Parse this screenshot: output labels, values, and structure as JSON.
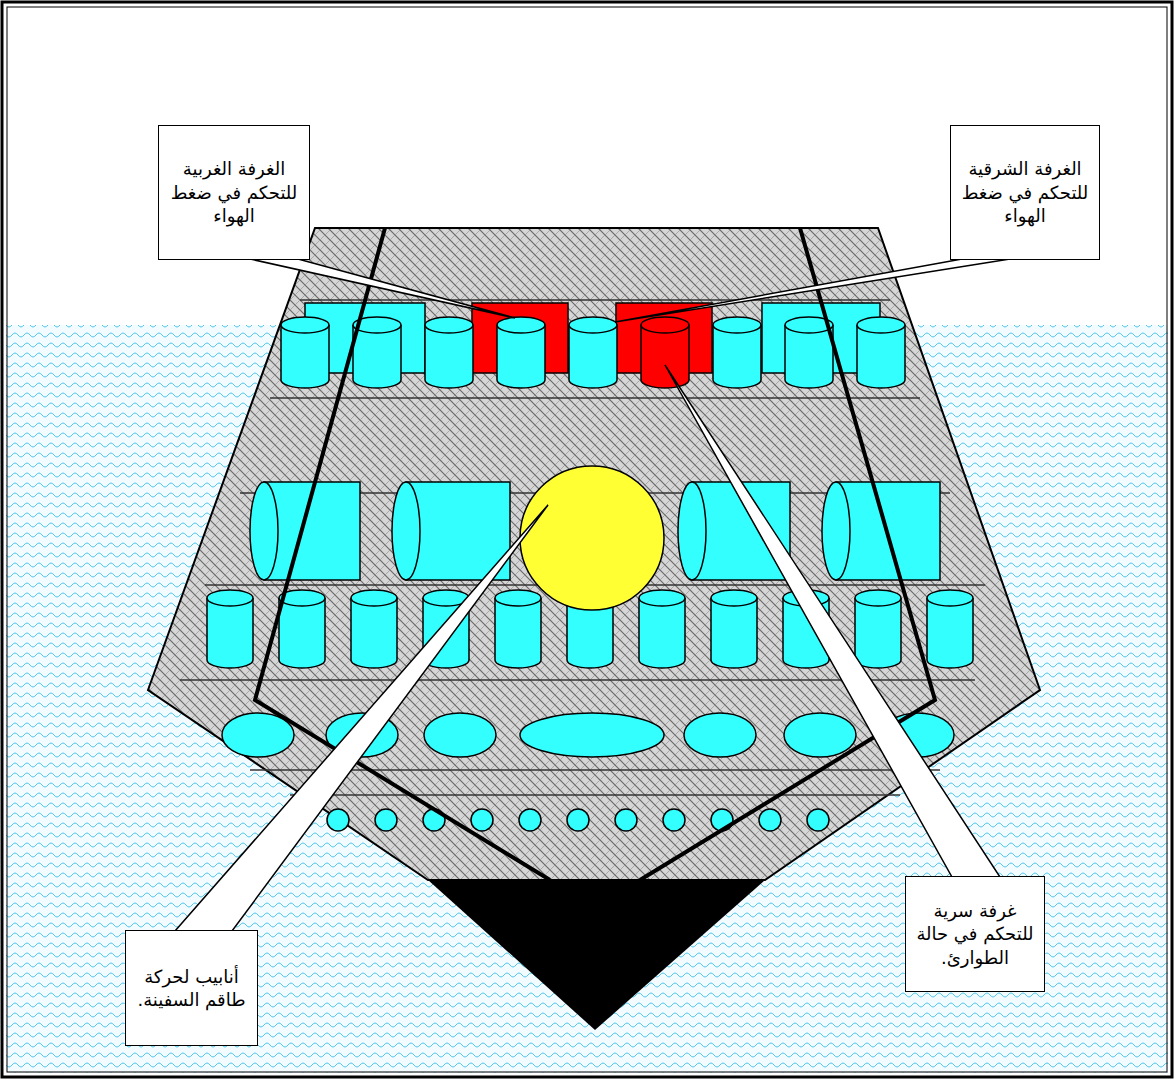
{
  "diagram": {
    "nodes": [
      {
        "text": [
          "الغرفة الغربية للتحكم في ضغط الهواء"
        ]
      },
      {
        "text": [
          "الغرفة الشرقية للتحكم في ضغط الهواء"
        ]
      },
      {
        "text": [
          "أنابيب لحركة طاقم السفينة."
        ]
      },
      {
        "text": [
          "غرفة سرية للتحكم في حالة الطوارئ."
        ]
      }
    ]
  }
}
